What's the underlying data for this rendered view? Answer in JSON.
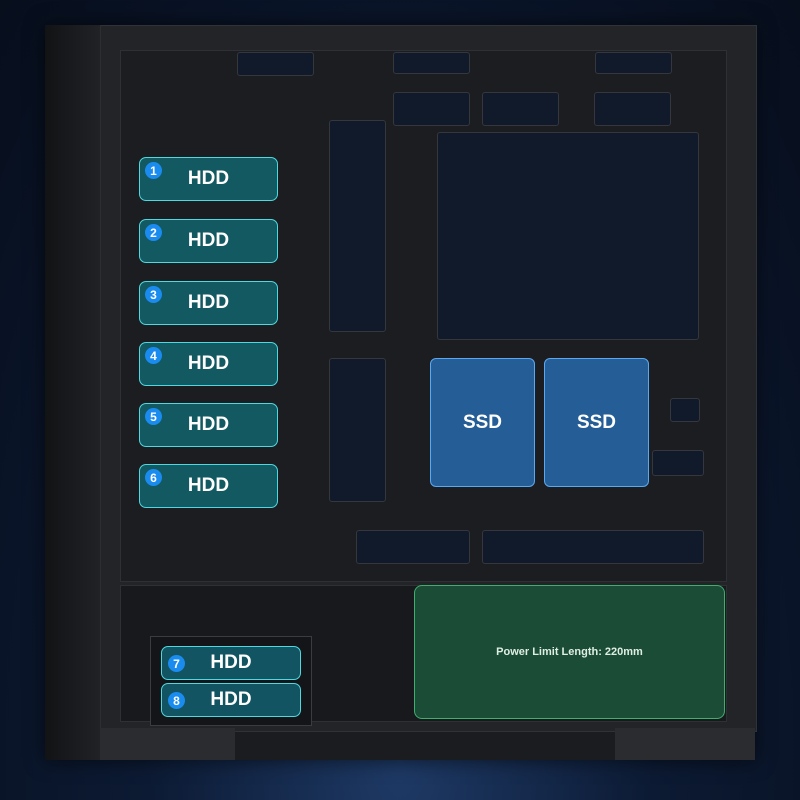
{
  "hdd_bays": [
    {
      "number": "1",
      "label": "HDD"
    },
    {
      "number": "2",
      "label": "HDD"
    },
    {
      "number": "3",
      "label": "HDD"
    },
    {
      "number": "4",
      "label": "HDD"
    },
    {
      "number": "5",
      "label": "HDD"
    },
    {
      "number": "6",
      "label": "HDD"
    },
    {
      "number": "7",
      "label": "HDD"
    },
    {
      "number": "8",
      "label": "HDD"
    }
  ],
  "ssd_bays": [
    {
      "label": "SSD"
    },
    {
      "label": "SSD"
    }
  ],
  "psu": {
    "label": "Power Limit Length: 220mm"
  },
  "colors": {
    "hdd": "#12646e",
    "ssd": "#286eb4",
    "psu": "#1e6e46",
    "badge": "#1a8cf0"
  }
}
